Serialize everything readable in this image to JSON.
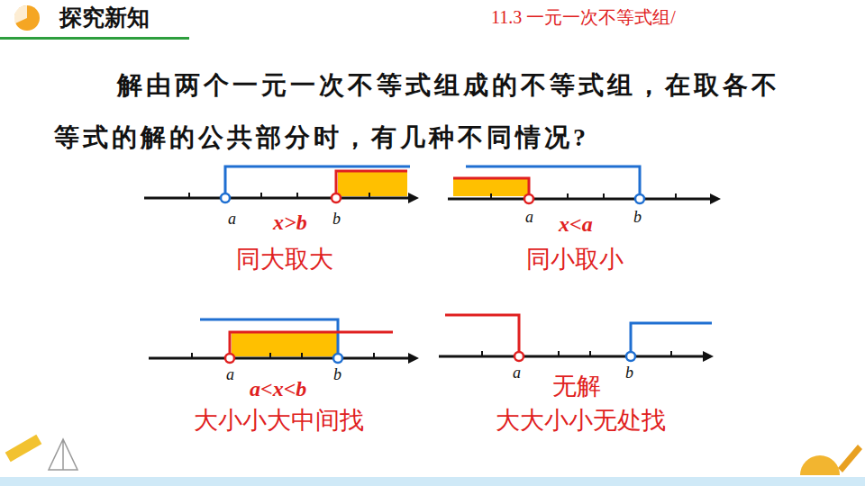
{
  "diagram": {
    "title": "探究新知",
    "labels": [
      "11.3 一元一次不等式组/",
      "解由两个一元一次不等式组成的不等式组，在取各不等式的解的公共部分时，有几种不同情况?",
      "a",
      "x>b",
      "b",
      "同大取大",
      "a",
      "x<a",
      "b",
      "同小取小",
      "a",
      "a<x<b",
      "b",
      "大小小大中间找",
      "a",
      "b",
      "无解",
      "大大小小无处找"
    ]
  }
}
